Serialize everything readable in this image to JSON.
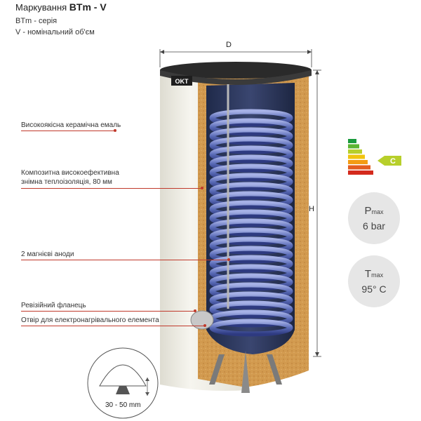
{
  "header": {
    "title_prefix": "Маркування",
    "title_code": "BTm - V",
    "line1": "BTm - серія",
    "line2": "V - номінальний об'єм"
  },
  "callouts": [
    {
      "text": "Високоякісна керамічна емаль"
    },
    {
      "text": "Композитна високоефективна\nзнімна теплоізоляція, 80 мм"
    },
    {
      "text": "2 магнієві аноди"
    },
    {
      "text": "Ревізійний фланець"
    },
    {
      "text": "Отвір для електронагрівального елемента"
    }
  ],
  "dimensions": {
    "width_label": "D",
    "height_label": "H",
    "feet_range": "30 - 50 mm"
  },
  "logo": {
    "text": "OKT"
  },
  "energy": {
    "class": "C",
    "bar_colors": [
      "#1a9b3c",
      "#5cb531",
      "#b7cf2b",
      "#f1c40f",
      "#f39c12",
      "#e35d1f",
      "#d42a1d"
    ],
    "badge_color": "#b7cf2b"
  },
  "specs": [
    {
      "symbol": "P",
      "sub": "max",
      "value": "6 bar"
    },
    {
      "symbol": "T",
      "sub": "max",
      "value": "95° C"
    }
  ],
  "colors": {
    "accent": "#c0392b",
    "shell": "#efeee6",
    "foam": "#d29a4f",
    "coil": "#5b6cb8"
  }
}
